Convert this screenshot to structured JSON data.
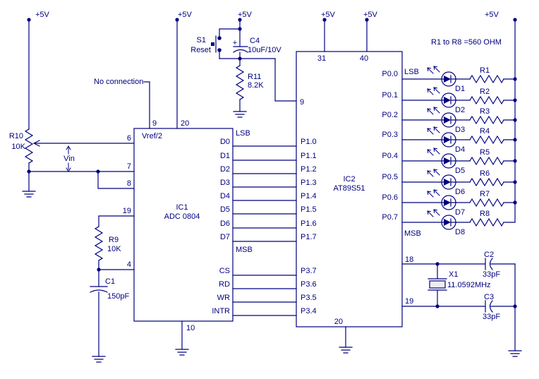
{
  "palette": {
    "ink": "#000080",
    "background": "#ffffff",
    "crystal_fill": "#ededf4"
  },
  "power": {
    "v5": "+5V"
  },
  "annotations": {
    "no_connection": "No connection",
    "vin": "Vin",
    "r_note": "R1 to R8 =560 OHM"
  },
  "components": {
    "r10": {
      "ref": "R10",
      "value": "10K"
    },
    "r9": {
      "ref": "R9",
      "value": "10K"
    },
    "r11": {
      "ref": "R11",
      "value": "8.2K"
    },
    "c1": {
      "ref": "C1",
      "value": "150pF"
    },
    "c4": {
      "ref": "C4",
      "value": "10uF/10V",
      "plus": "+"
    },
    "c2": {
      "ref": "C2",
      "value": "33pF"
    },
    "c3": {
      "ref": "C3",
      "value": "33pF"
    },
    "s1": {
      "ref": "S1",
      "label": "Reset"
    },
    "x1": {
      "ref": "X1",
      "value": "11.0592MHz"
    }
  },
  "ic1": {
    "name": "IC1",
    "part": "ADC 0804",
    "vref": "Vref/2",
    "top_pins": [
      "9",
      "20"
    ],
    "left_pins": [
      "6",
      "7",
      "8",
      "19",
      "4"
    ],
    "bottom_pin": "10",
    "data_pins": [
      "D0",
      "D1",
      "D2",
      "D3",
      "D4",
      "D5",
      "D6",
      "D7"
    ],
    "lsb": "LSB",
    "msb": "MSB",
    "ctrl_pins": [
      "CS",
      "RD",
      "WR",
      "INTR"
    ]
  },
  "ic2": {
    "name": "IC2",
    "part": "AT89S51",
    "top_pins": [
      "31",
      "40"
    ],
    "reset_pin": "9",
    "p1_pins": [
      "P1.0",
      "P1.1",
      "P1.2",
      "P1.3",
      "P1.4",
      "P1.5",
      "P1.6",
      "P1.7"
    ],
    "p3_pins": [
      "P3.7",
      "P3.6",
      "P3.5",
      "P3.4"
    ],
    "p0_pins": [
      "P0.0",
      "P0.1",
      "P0.2",
      "P0.3",
      "P0.4",
      "P0.5",
      "P0.6",
      "P0.7"
    ],
    "lsb": "LSB",
    "msb": "MSB",
    "xtal_pins": [
      "18",
      "19"
    ],
    "gnd_pin": "20"
  },
  "leds": [
    {
      "ref": "D1"
    },
    {
      "ref": "D2"
    },
    {
      "ref": "D3"
    },
    {
      "ref": "D4"
    },
    {
      "ref": "D5"
    },
    {
      "ref": "D6"
    },
    {
      "ref": "D7"
    },
    {
      "ref": "D8"
    }
  ],
  "led_resistors": [
    {
      "ref": "R1"
    },
    {
      "ref": "R2"
    },
    {
      "ref": "R3"
    },
    {
      "ref": "R4"
    },
    {
      "ref": "R5"
    },
    {
      "ref": "R6"
    },
    {
      "ref": "R7"
    },
    {
      "ref": "R8"
    }
  ]
}
